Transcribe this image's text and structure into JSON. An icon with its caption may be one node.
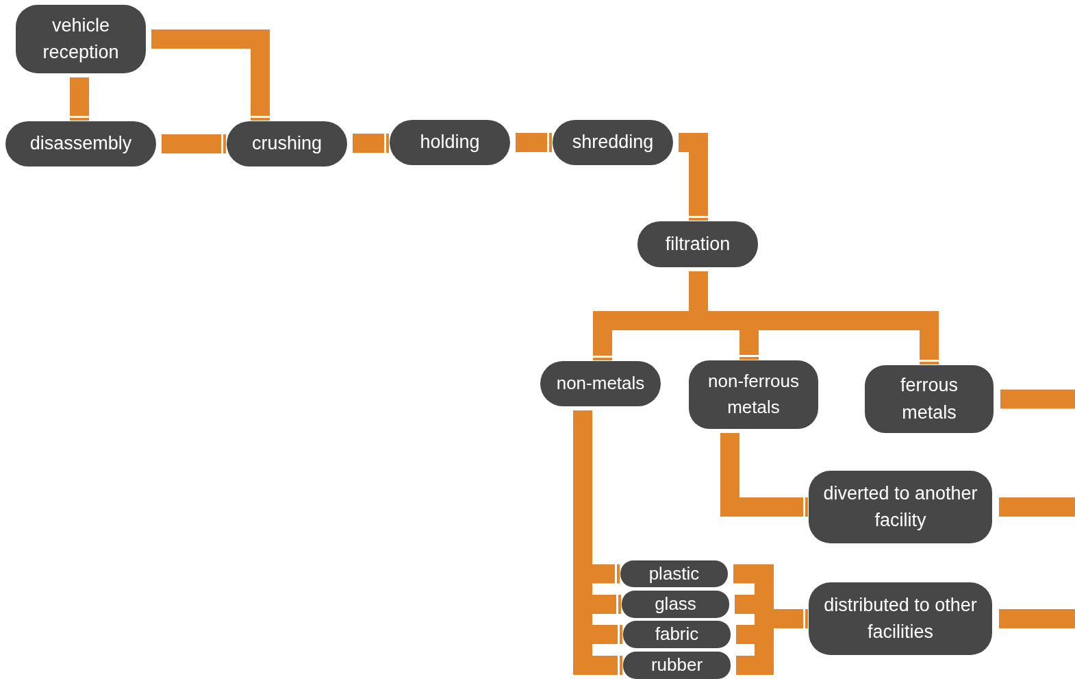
{
  "diagram": {
    "nodes": [
      {
        "text": [
          "vehicle reception"
        ]
      },
      {
        "text": [
          "disassembly"
        ]
      },
      {
        "text": [
          "crushing"
        ]
      },
      {
        "text": [
          "holding"
        ]
      },
      {
        "text": [
          "shredding"
        ]
      },
      {
        "text": [
          "filtration"
        ]
      },
      {
        "text": [
          "non-metals"
        ]
      },
      {
        "text": [
          "non-ferrous metals"
        ]
      },
      {
        "text": [
          "ferrous metals"
        ]
      },
      {
        "text": [
          "diverted to another facility"
        ]
      },
      {
        "text": [
          "plastic"
        ]
      },
      {
        "text": [
          "glass"
        ]
      },
      {
        "text": [
          "fabric"
        ]
      },
      {
        "text": [
          "rubber"
        ]
      },
      {
        "text": [
          "distributed to other facilities"
        ]
      }
    ],
    "edges": [
      {
        "from": 0,
        "to": 1,
        "arrow": "other"
      },
      {
        "from": 0,
        "to": 2,
        "arrow": "other"
      },
      {
        "from": 1,
        "to": 2,
        "arrow": "other"
      },
      {
        "from": 2,
        "to": 3,
        "arrow": "other"
      },
      {
        "from": 3,
        "to": 4,
        "arrow": "other"
      },
      {
        "from": 4,
        "to": 5,
        "arrow": "other"
      },
      {
        "from": 5,
        "to": 6,
        "arrow": "other"
      },
      {
        "from": 5,
        "to": 7,
        "arrow": "other"
      },
      {
        "from": 5,
        "to": 8,
        "arrow": "other"
      },
      {
        "from": 7,
        "to": 9,
        "arrow": "other"
      },
      {
        "from": 6,
        "to": 10,
        "arrow": "other"
      },
      {
        "from": 6,
        "to": 11,
        "arrow": "other"
      },
      {
        "from": 6,
        "to": 12,
        "arrow": "other"
      },
      {
        "from": 6,
        "to": 13,
        "arrow": "other"
      },
      {
        "from": 10,
        "to": 14,
        "arrow": "other"
      },
      {
        "from": 11,
        "to": 14,
        "arrow": "other"
      },
      {
        "from": 12,
        "to": 14,
        "arrow": "other"
      },
      {
        "from": 13,
        "to": 14,
        "arrow": "other"
      },
      {
        "from": 8,
        "to": null,
        "arrow": "none"
      },
      {
        "from": 9,
        "to": null,
        "arrow": "none"
      },
      {
        "from": 14,
        "to": null,
        "arrow": "none"
      }
    ]
  }
}
